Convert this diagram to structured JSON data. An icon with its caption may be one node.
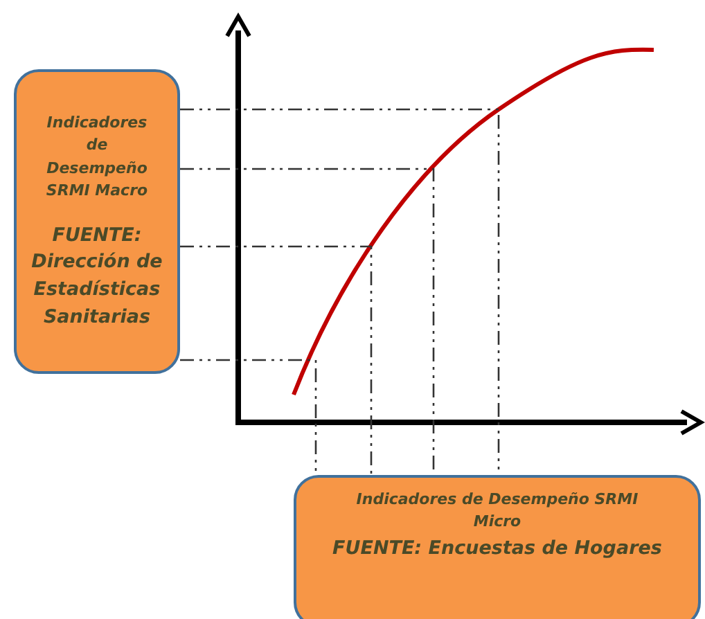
{
  "diagram": {
    "nodes": [
      {
        "text": [
          "Indicadores de Desempeño SRMI Macro",
          "FUENTE: Dirección de Estadísticas Sanitarias"
        ]
      },
      {
        "text": [
          "Indicadores de Desempeño SRMI Micro",
          "FUENTE: Encuestas de Hogares"
        ]
      }
    ],
    "edges": [
      {
        "from": 0,
        "to": 1,
        "arrow": "none",
        "style": "dashed"
      },
      {
        "from": 0,
        "to": 1,
        "arrow": "none",
        "style": "dashed"
      },
      {
        "from": 0,
        "to": 1,
        "arrow": "none",
        "style": "dashed"
      },
      {
        "from": 0,
        "to": 1,
        "arrow": "none",
        "style": "dashed"
      }
    ]
  }
}
